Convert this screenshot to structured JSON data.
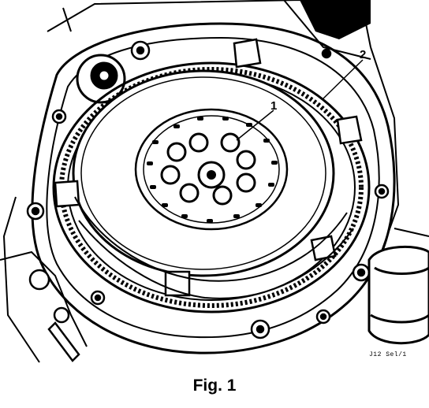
{
  "figure": {
    "callouts": [
      {
        "id": "1",
        "label": "1",
        "part": "flywheel bolts"
      },
      {
        "id": "2",
        "label": "2",
        "part": "ring gear"
      }
    ],
    "reference_code": "J12 Sel/1",
    "caption": "Fig. 1"
  }
}
